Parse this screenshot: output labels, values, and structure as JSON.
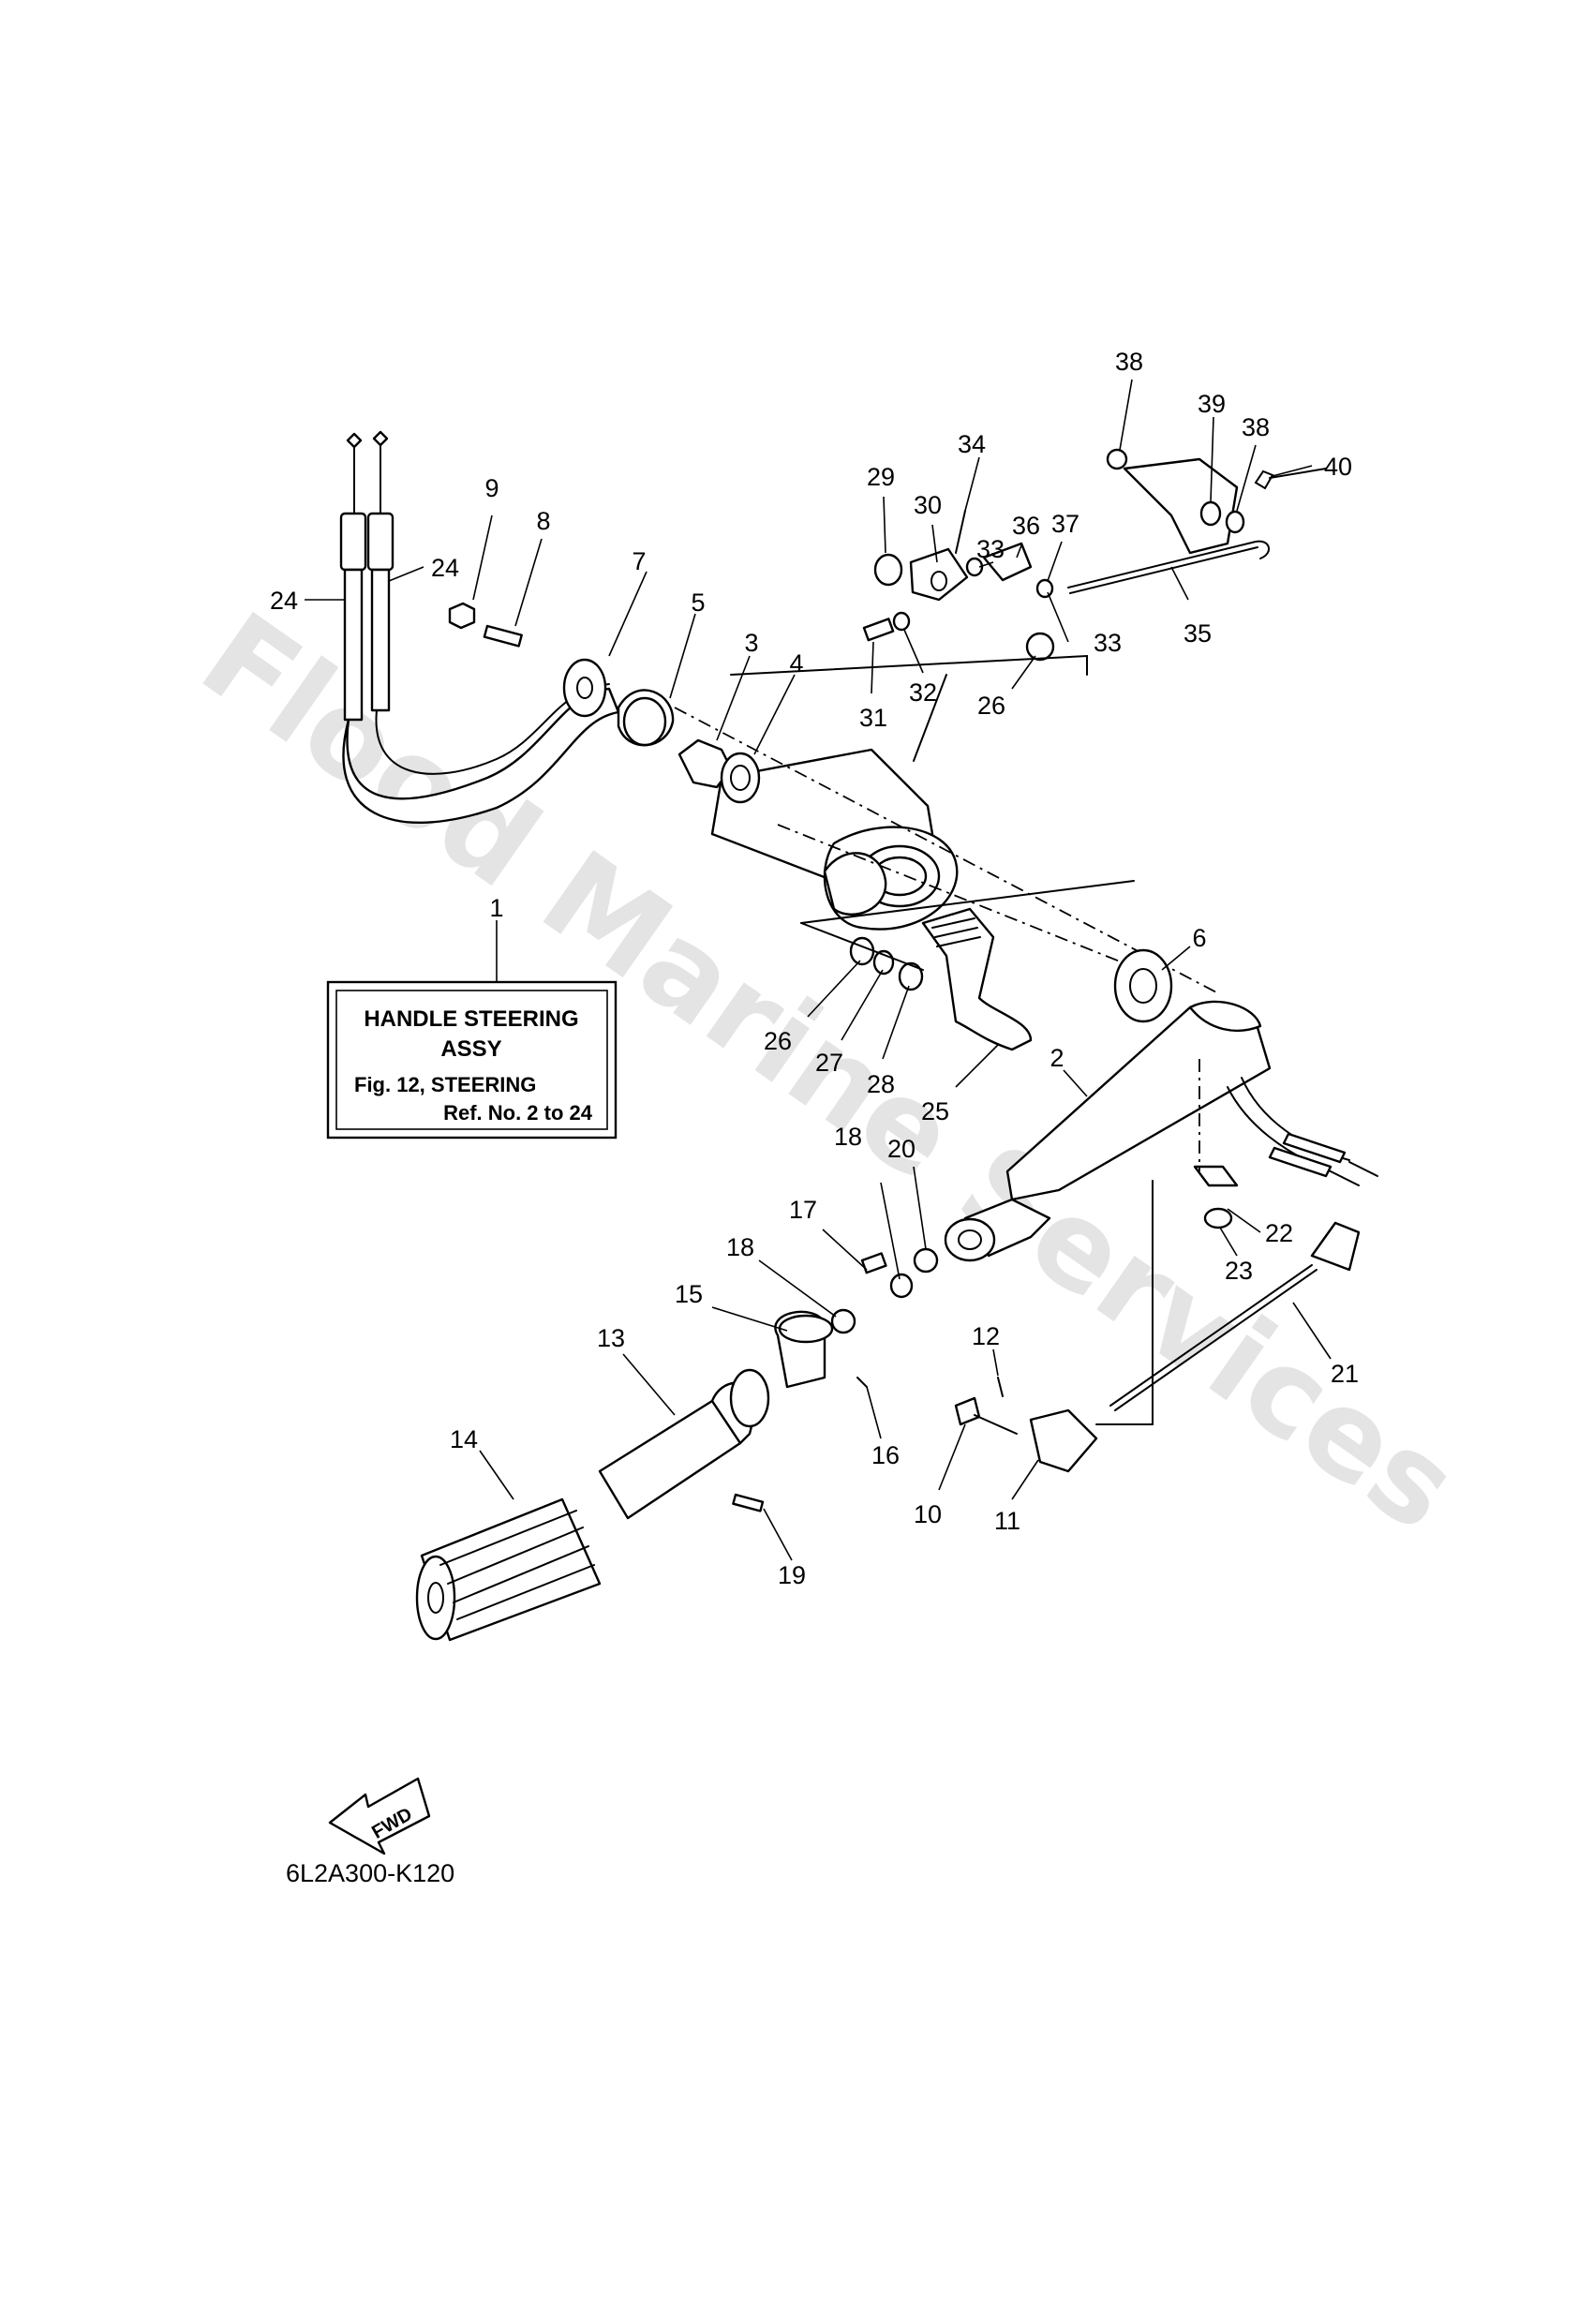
{
  "watermark": "Flood Marine Services",
  "label_box": {
    "line1": "HANDLE STEERING",
    "line2": "ASSY",
    "line3": "Fig. 12, STEERING",
    "line4": "Ref. No. 2 to 24"
  },
  "fwd_label": "FWD",
  "drawing_code": "6L2A300-K120",
  "callouts": [
    "1",
    "2",
    "3",
    "4",
    "5",
    "6",
    "7",
    "8",
    "9",
    "10",
    "11",
    "12",
    "13",
    "14",
    "15",
    "16",
    "17",
    "18",
    "18",
    "19",
    "20",
    "21",
    "22",
    "23",
    "24",
    "24",
    "25",
    "26",
    "26",
    "27",
    "28",
    "29",
    "30",
    "31",
    "32",
    "33",
    "33",
    "34",
    "35",
    "36",
    "37",
    "38",
    "38",
    "39",
    "40"
  ]
}
